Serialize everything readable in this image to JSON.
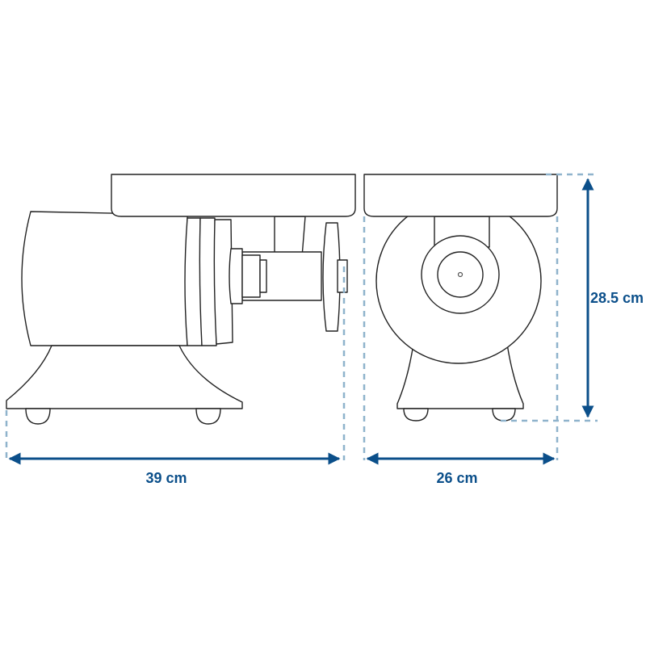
{
  "dimensions": {
    "length": "39 cm",
    "width": "26 cm",
    "height": "28.5 cm"
  },
  "colors": {
    "dimension_line": "#0b4f8a",
    "dashed_guide": "#8fb3cc",
    "drawing_outline": "#222222"
  }
}
